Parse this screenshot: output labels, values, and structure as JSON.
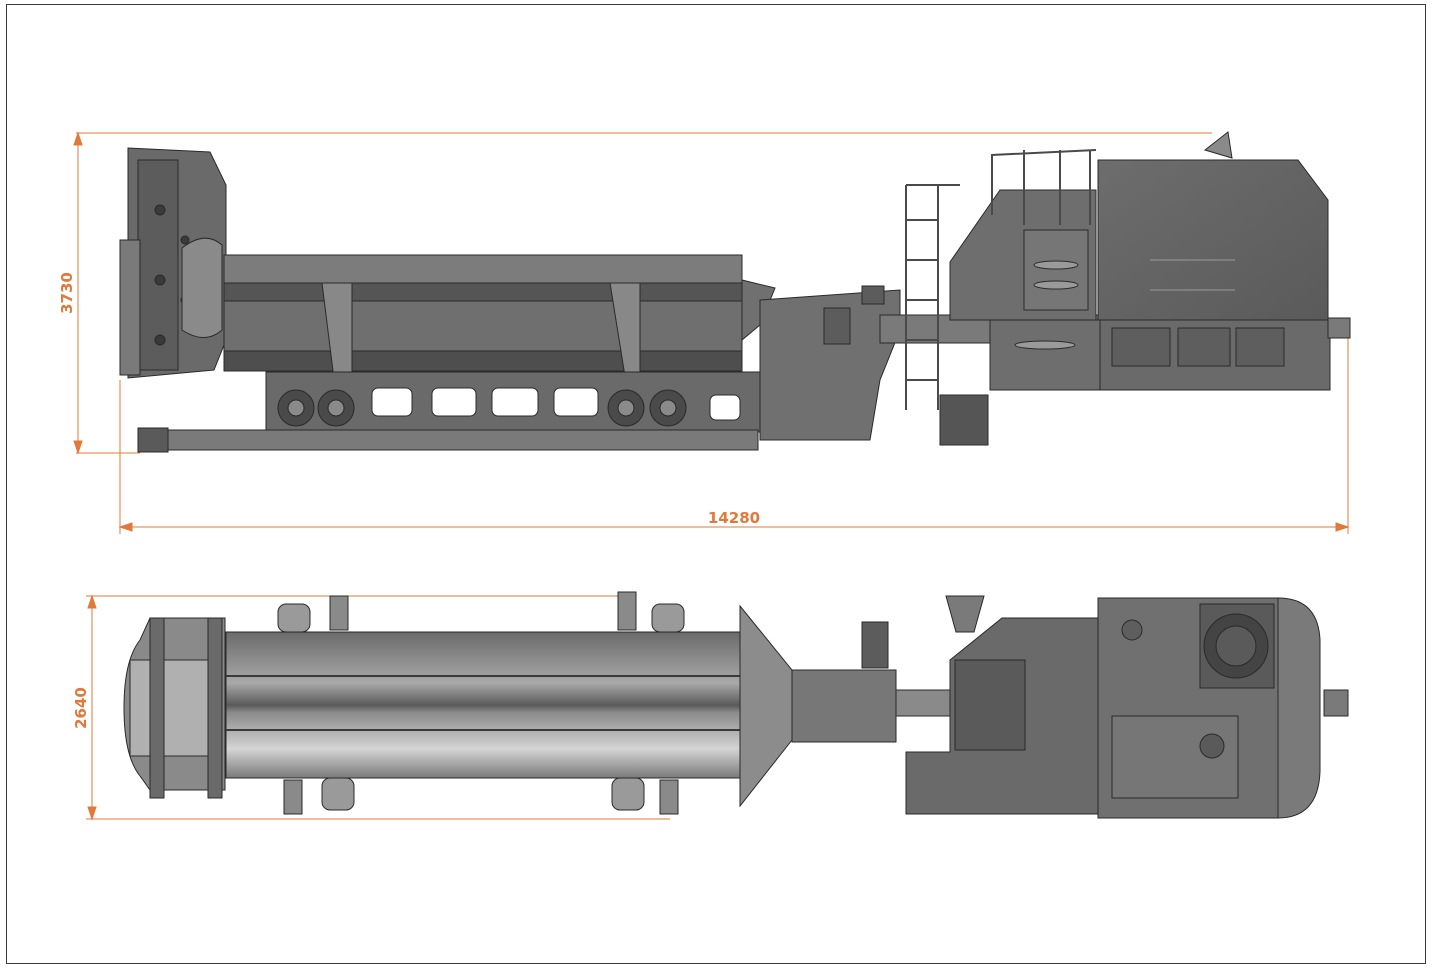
{
  "dimensions": {
    "side_height": "3730",
    "overall_length": "14280",
    "top_width": "2640"
  },
  "colors": {
    "dimension": "#e2783a",
    "body_dark": "#5e5e5e",
    "body_mid": "#7d7d7d",
    "body_light": "#b8b8b8",
    "outline": "#2a2a2a"
  }
}
